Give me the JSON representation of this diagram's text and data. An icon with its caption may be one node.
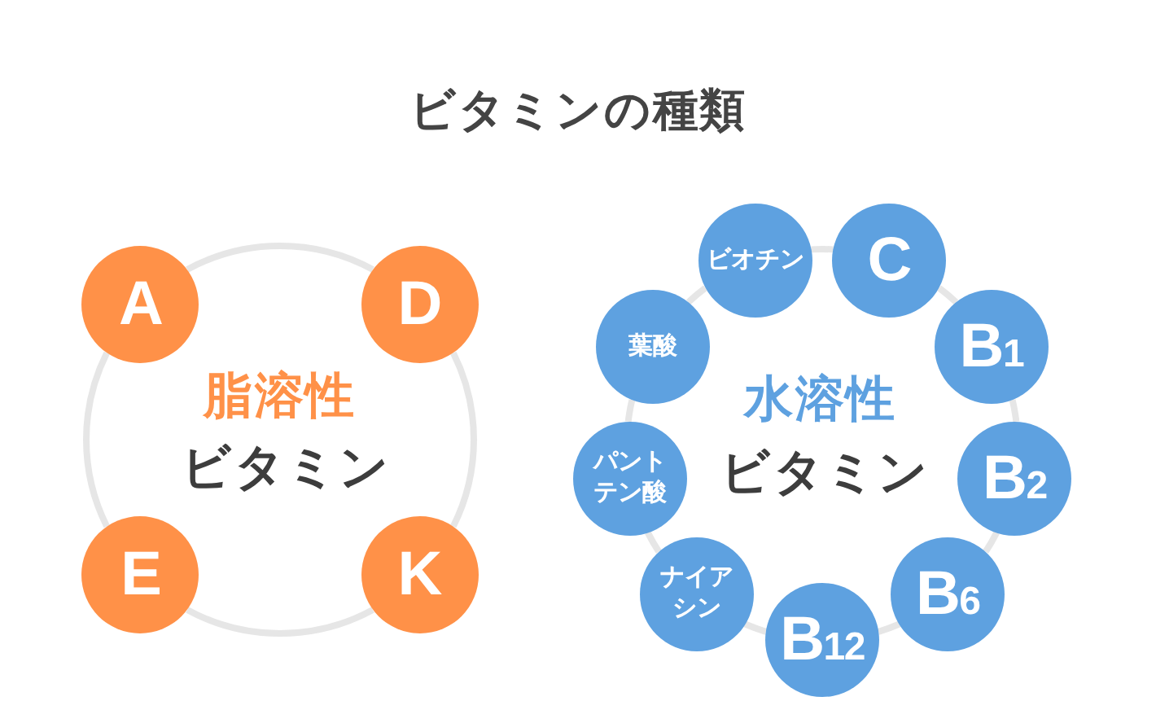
{
  "diagram": {
    "title": "ビタミンの種類",
    "nodes": [
      {
        "text": [
          "A"
        ]
      },
      {
        "text": [
          "D"
        ]
      },
      {
        "text": [
          "K"
        ]
      },
      {
        "text": [
          "E"
        ]
      },
      {
        "text": [
          "C"
        ]
      },
      {
        "text": [
          "B$_{1}$"
        ]
      },
      {
        "text": [
          "B$_{2}$"
        ]
      },
      {
        "text": [
          "B$_{6}$"
        ]
      },
      {
        "text": [
          "B$_{12}$"
        ]
      },
      {
        "text": [
          "ナイアシン"
        ]
      },
      {
        "text": [
          "パントテン酸"
        ]
      },
      {
        "text": [
          "葉酸"
        ]
      },
      {
        "text": [
          "ビオチン"
        ]
      }
    ],
    "edges": [
      {
        "from": 0,
        "to": 1,
        "arrow": "none"
      },
      {
        "from": 1,
        "to": 2,
        "arrow": "none"
      },
      {
        "from": 2,
        "to": 3,
        "arrow": "none"
      },
      {
        "from": 3,
        "to": 0,
        "arrow": "none"
      },
      {
        "from": 4,
        "to": 5,
        "arrow": "none"
      },
      {
        "from": 5,
        "to": 6,
        "arrow": "none"
      },
      {
        "from": 6,
        "to": 7,
        "arrow": "none"
      },
      {
        "from": 7,
        "to": 8,
        "arrow": "none"
      },
      {
        "from": 8,
        "to": 9,
        "arrow": "none"
      },
      {
        "from": 9,
        "to": 10,
        "arrow": "none"
      },
      {
        "from": 10,
        "to": 11,
        "arrow": "none"
      },
      {
        "from": 11,
        "to": 12,
        "arrow": "none"
      },
      {
        "from": 12,
        "to": 4,
        "arrow": "none"
      }
    ],
    "labels": [
      "脂溶性",
      "ビタミン",
      "水溶性",
      "ビタミン"
    ]
  }
}
